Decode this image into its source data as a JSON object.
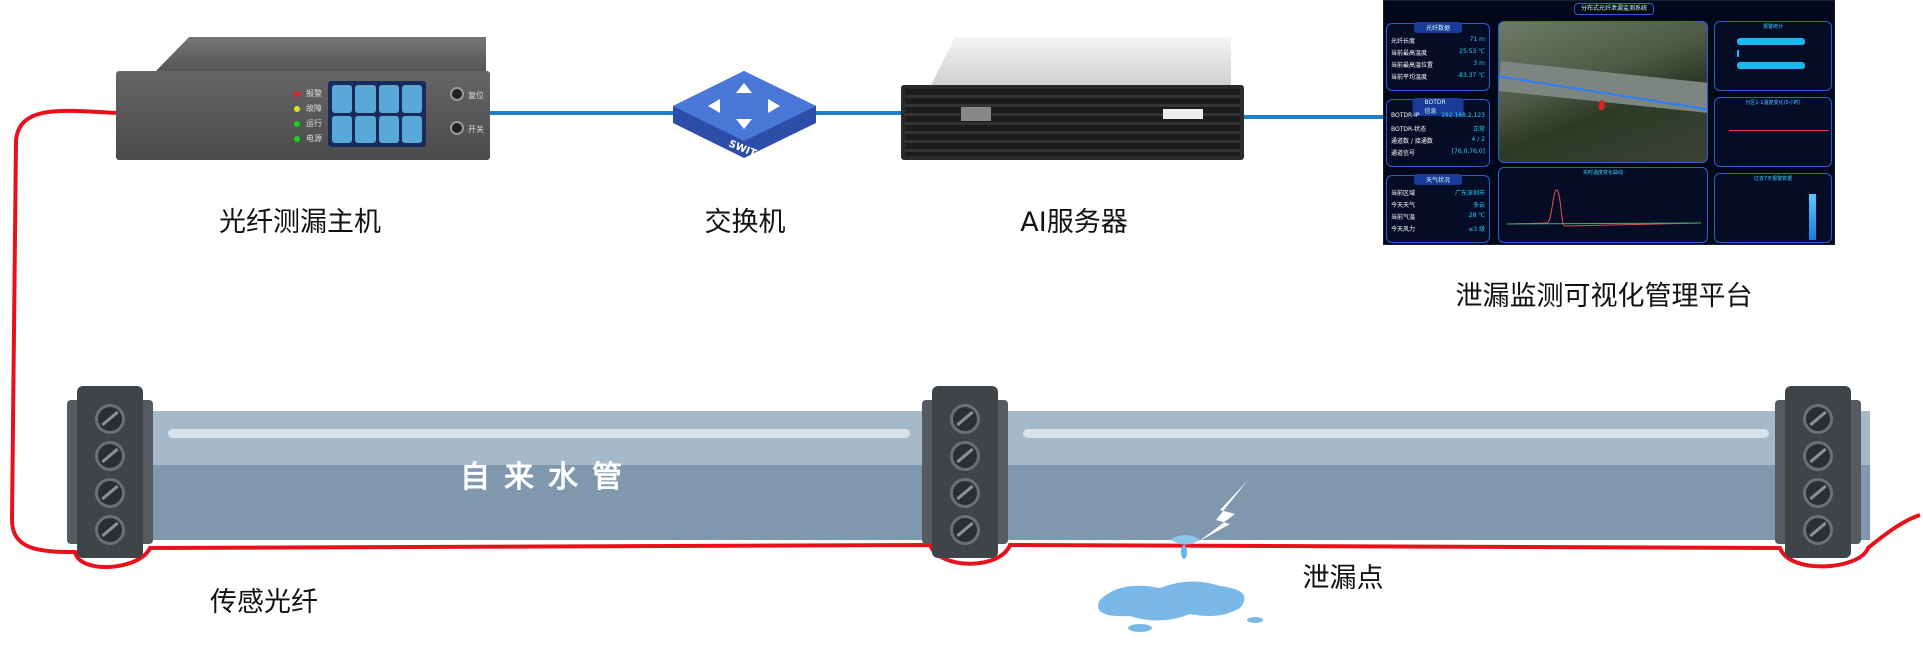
{
  "devices": {
    "host": {
      "label": "光纤测漏主机",
      "leds": [
        {
          "text": "报警",
          "color": "#e02020"
        },
        {
          "text": "故障",
          "color": "#e0e020"
        },
        {
          "text": "运行",
          "color": "#20d020"
        },
        {
          "text": "电源",
          "color": "#20d020"
        }
      ],
      "buttons": [
        "复位",
        "开关"
      ]
    },
    "switch": {
      "label": "交换机",
      "badge": "SWITCH"
    },
    "server": {
      "label": "AI服务器"
    },
    "platform": {
      "label": "泄漏监测可视化管理平台"
    }
  },
  "dashboard": {
    "title": "分布式光纤泄漏监测系统",
    "fiber_panel": {
      "title": "光纤数据",
      "rows": [
        [
          "光纤长度",
          "71 m"
        ],
        [
          "当前最高温度",
          "25.53 ℃"
        ],
        [
          "当前最高温位置",
          "3 m"
        ],
        [
          "当前平均温度",
          "-83.37 ℃"
        ]
      ]
    },
    "botdr_panel": {
      "title": "BOTDR信息",
      "rows": [
        [
          "BOTDR-IP",
          "192.168.2.123"
        ],
        [
          "BOTDR-状态",
          "正常"
        ],
        [
          "通道数 / 接通数",
          "4 / 2"
        ],
        [
          "通道信号",
          "[76,0,76,0]"
        ]
      ]
    },
    "weather_panel": {
      "title": "天气状况",
      "rows": [
        [
          "当前区域",
          "广东深圳市"
        ],
        [
          "今天天气",
          "多云"
        ],
        [
          "当前气温",
          "28 ℃"
        ],
        [
          "今天风力",
          "≤3 级"
        ]
      ]
    },
    "alarm_panel": {
      "title": "报警统计"
    },
    "zone_panel": {
      "title": "分区1-1温度变化(5小时)"
    },
    "curve_panel": {
      "title": "实时温度变化曲线"
    },
    "week_panel": {
      "title": "过去7天报警数据"
    }
  },
  "pipe": {
    "label": "自来水管"
  },
  "annotations": {
    "fiber": "传感光纤",
    "leak": "泄漏点"
  },
  "colors": {
    "fiber": "#e8101a",
    "network": "#1f7fc8",
    "dash_accent": "#2ad0ff"
  }
}
